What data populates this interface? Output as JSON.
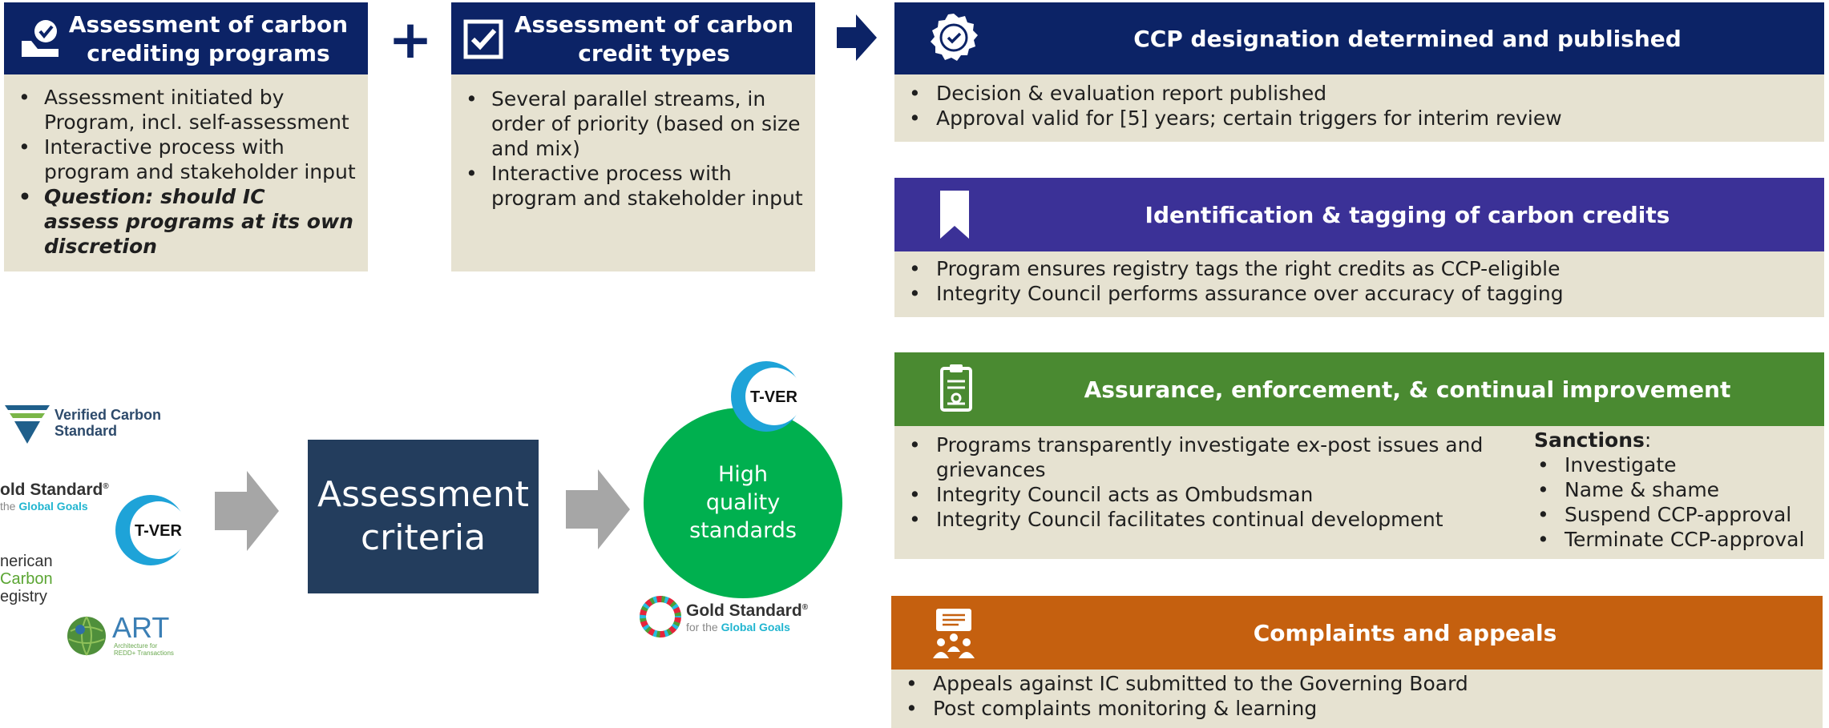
{
  "colors": {
    "navy": "#0c2366",
    "purple": "#3b3197",
    "green": "#4a8a31",
    "orange": "#c5600f",
    "beige": "#e6e2d1",
    "slate": "#233d5d",
    "circle_green": "#00b04f",
    "arrow_gray": "#a6a6a6"
  },
  "programs": {
    "title": "Assessment of carbon crediting programs",
    "title_line1": "Assessment of carbon",
    "title_line2": "crediting programs",
    "bullets": [
      {
        "line1": "Assessment initiated by",
        "line2": "Program, incl. self-assessment"
      },
      {
        "line1": "Interactive process with",
        "line2": "program and  stakeholder input"
      }
    ],
    "question": {
      "line1": "Question: should IC",
      "line2": "assess programs at its own",
      "line3": "discretion"
    }
  },
  "credit_types": {
    "title_line1": "Assessment of carbon",
    "title_line2": "credit types",
    "bullets": [
      {
        "line1": "Several parallel streams, in",
        "line2": "order of priority (based on size",
        "line3": "and mix)"
      },
      {
        "line1": "Interactive process with",
        "line2": "program and  stakeholder input"
      }
    ]
  },
  "plus_symbol": "+",
  "cards": {
    "ccp": {
      "title": "CCP designation determined and published",
      "icon": "badge-check-icon",
      "bullets": [
        "Decision & evaluation report published",
        "Approval valid for [5] years; certain triggers for interim review"
      ]
    },
    "tagging": {
      "title": "Identification & tagging of carbon credits",
      "icon": "bookmark-icon",
      "bullets": [
        "Program ensures registry tags the right credits as CCP-eligible",
        "Integrity Council performs assurance over accuracy of tagging"
      ]
    },
    "assurance": {
      "title": "Assurance, enforcement, & continual improvement",
      "icon": "clipboard-icon",
      "bullets": [
        {
          "line1": "Programs transparently investigate ex-post issues and",
          "line2": "grievances"
        },
        {
          "line1": "Integrity Council acts as Ombudsman"
        },
        {
          "line1": "Integrity Council facilitates continual development"
        }
      ],
      "sanctions_label": "Sanctions",
      "sanctions_colon": ":",
      "sanctions": [
        "Investigate",
        "Name & shame",
        "Suspend CCP-approval",
        "Terminate CCP-approval"
      ]
    },
    "complaints": {
      "title": "Complaints and appeals",
      "icon": "meeting-presentation-icon",
      "bullets": [
        "Appeals against IC submitted to the Governing Board",
        "Post complaints monitoring & learning"
      ]
    }
  },
  "logos": {
    "vcs": {
      "line1": "Verified Carbon",
      "line2": "Standard"
    },
    "gold_left": {
      "line1": "old Standard",
      "reg": "®",
      "line2_prefix": "the",
      "line2": "Global Goals"
    },
    "tver": "T-VER",
    "acr": {
      "line1": "nerican",
      "line2": "Carbon",
      "line3": "egistry"
    },
    "art": {
      "main": "ART",
      "sub1": "Architecture for",
      "sub2": "REDD+ Transactions"
    },
    "gold_right": {
      "line1": "Gold Standard",
      "reg": "®",
      "line2_prefix": "for the",
      "line2": "Global Goals"
    }
  },
  "assessment_criteria": {
    "line1": "Assessment",
    "line2": "criteria"
  },
  "high_quality": {
    "line1": "High",
    "line2": "quality",
    "line3": "standards"
  }
}
